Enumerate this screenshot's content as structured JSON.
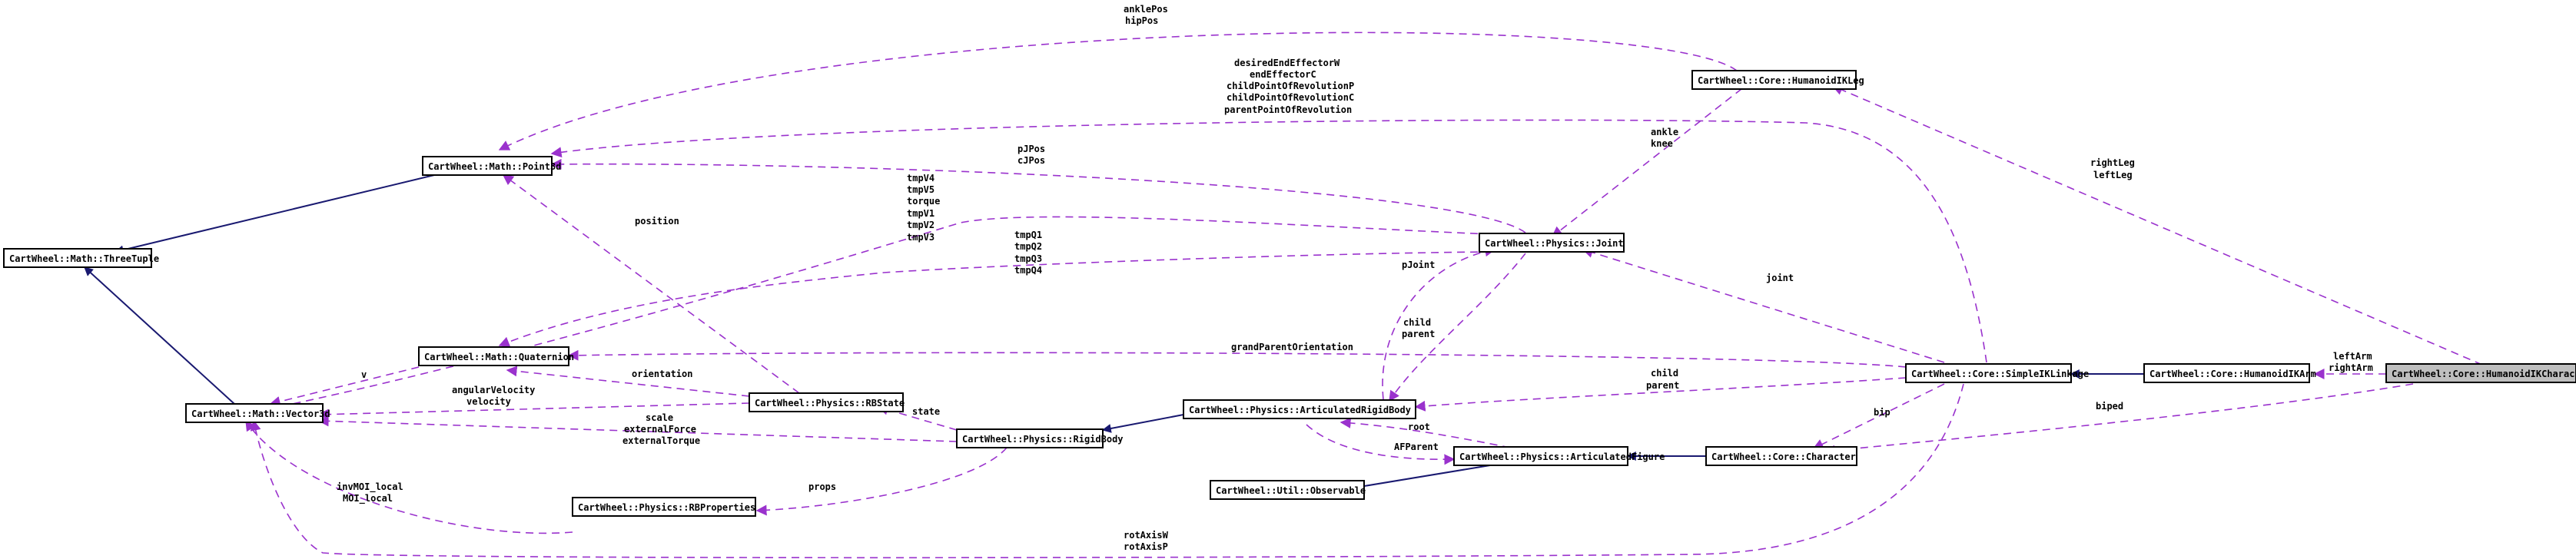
{
  "nodes": {
    "three_tuple": "CartWheel::Math::ThreeTuple",
    "point3d": "CartWheel::Math::Point3d",
    "vector3d": "CartWheel::Math::Vector3d",
    "quaternion": "CartWheel::Math::Quaternion",
    "rb_state": "CartWheel::Physics::RBState",
    "rb_properties": "CartWheel::Physics::RBProperties",
    "rigid_body": "CartWheel::Physics::RigidBody",
    "articulated_rigid_body": "CartWheel::Physics::ArticulatedRigidBody",
    "observable": "CartWheel::Util::Observable",
    "articulated_figure": "CartWheel::Physics::ArticulatedFigure",
    "joint": "CartWheel::Physics::Joint",
    "character": "CartWheel::Core::Character",
    "humanoid_ik_leg": "CartWheel::Core::HumanoidIKLeg",
    "simple_ik_linkage": "CartWheel::Core::SimpleIKLinkage",
    "humanoid_ik_arm": "CartWheel::Core::HumanoidIKArm",
    "humanoid_ik_character": "CartWheel::Core::HumanoidIKCharacter"
  },
  "edge_labels": {
    "ankle_pos": "anklePos",
    "hip_pos": "hipPos",
    "desired_end_effector_w": "desiredEndEffectorW",
    "end_effector_c": "endEffectorC",
    "child_point_of_revolution_p": "childPointOfRevolutionP",
    "child_point_of_revolution_c": "childPointOfRevolutionC",
    "parent_point_of_revolution": "parentPointOfRevolution",
    "p_j_pos": "pJPos",
    "c_j_pos": "cJPos",
    "ankle": "ankle",
    "knee": "knee",
    "right_leg": "rightLeg",
    "left_leg": "leftLeg",
    "position": "position",
    "tmp_v4": "tmpV4",
    "tmp_v5": "tmpV5",
    "torque": "torque",
    "tmp_v1": "tmpV1",
    "tmp_v2": "tmpV2",
    "tmp_v3": "tmpV3",
    "tmp_q1": "tmpQ1",
    "tmp_q2": "tmpQ2",
    "tmp_q3": "tmpQ3",
    "tmp_q4": "tmpQ4",
    "p_joint": "pJoint",
    "joint": "joint",
    "child": "child",
    "parent": "parent",
    "grand_parent_orientation": "grandParentOrientation",
    "left_arm": "leftArm",
    "right_arm": "rightArm",
    "v": "v",
    "orientation": "orientation",
    "angular_velocity": "angularVelocity",
    "velocity": "velocity",
    "state": "state",
    "scale": "scale",
    "external_force": "externalForce",
    "external_torque": "externalTorque",
    "child2": "child",
    "parent2": "parent",
    "bip": "bip",
    "biped": "biped",
    "root": "root",
    "af_parent": "AFParent",
    "inv_moi_local": "invMOI_local",
    "moi_local": "MOI_local",
    "props": "props",
    "rot_axis_w": "rotAxisW",
    "rot_axis_p": "rotAxisP"
  },
  "colors": {
    "inheritance": "#191970",
    "usage": "#9a32cd",
    "highlight_fill": "#bfbfbf"
  }
}
